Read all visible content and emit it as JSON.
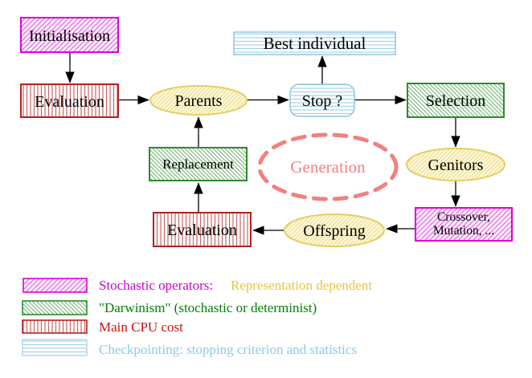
{
  "diagram": {
    "nodes": {
      "initialisation": "Initialisation",
      "evaluation_top": "Evaluation",
      "parents": "Parents",
      "best_individual": "Best individual",
      "stop": "Stop ?",
      "selection": "Selection",
      "replacement": "Replacement",
      "generation": "Generation",
      "genitors": "Genitors",
      "evaluation_bottom": "Evaluation",
      "crossover_line1": "Crossover,",
      "crossover_line2": "Mutation, ...",
      "offspring": "Offspring"
    },
    "edges": [
      {
        "from": "initialisation",
        "to": "evaluation_top"
      },
      {
        "from": "evaluation_top",
        "to": "parents"
      },
      {
        "from": "parents",
        "to": "stop"
      },
      {
        "from": "stop",
        "to": "best_individual"
      },
      {
        "from": "stop",
        "to": "selection"
      },
      {
        "from": "selection",
        "to": "genitors"
      },
      {
        "from": "genitors",
        "to": "crossover_mutation"
      },
      {
        "from": "crossover_mutation",
        "to": "offspring"
      },
      {
        "from": "offspring",
        "to": "evaluation_bottom"
      },
      {
        "from": "evaluation_bottom",
        "to": "replacement"
      },
      {
        "from": "replacement",
        "to": "parents"
      }
    ]
  },
  "legend": {
    "items": [
      {
        "swatch": "magenta-diagonal-hatch",
        "label": "Stochastic operators:",
        "label_color": "#cc00cc",
        "label2": "Representation dependent",
        "label2_color": "#e9c63b"
      },
      {
        "swatch": "green-diagonal-hatch",
        "label": "\"Darwinism\" (stochastic or determinist)",
        "label_color": "#077d07"
      },
      {
        "swatch": "red-vertical-lines",
        "label": "Main CPU cost",
        "label_color": "#cc1111"
      },
      {
        "swatch": "cyan-horizontal-lines",
        "label": "Checkpointing: stopping criterion and statistics",
        "label_color": "#8ec9e8"
      }
    ]
  },
  "colors": {
    "stochastic_border": "#dd00dd",
    "darwinism_border": "#2e8b2e",
    "cpu_cost_border": "#b22222",
    "checkpoint_border": "#8ec6de",
    "population_border": "#e3cf63",
    "generation_dash": "#f28080",
    "arrow": "#000000",
    "background": "#ffffff"
  }
}
